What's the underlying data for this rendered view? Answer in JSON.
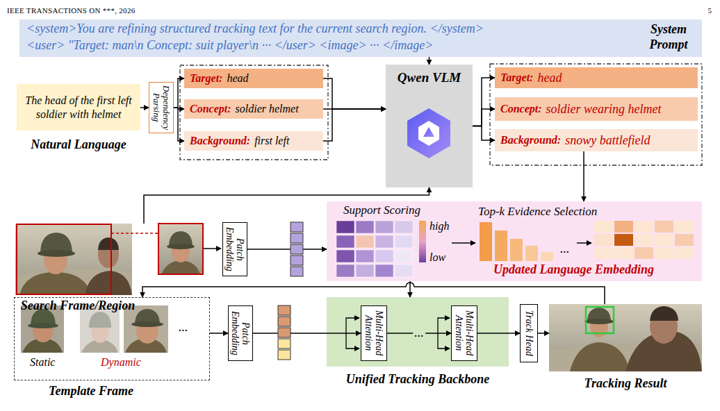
{
  "diagram": {
    "nodes": [
      {
        "text": [
          "<system>You are refining structured tracking text for the current search region. </system>",
          "<user> \"Target: man\\n Concept: suit player\\n ··· </user> <image> ··· </image>",
          "System Prompt"
        ]
      },
      {
        "text": [
          "The head of the first left soldier with helmet",
          "Natural Language"
        ]
      },
      {
        "text": [
          "Dependency Parsing"
        ]
      },
      {
        "text": [
          "Target:",
          "head"
        ]
      },
      {
        "text": [
          "Concept:",
          "soldier helmet"
        ]
      },
      {
        "text": [
          "Background:",
          "first left"
        ]
      },
      {
        "text": [
          "Qwen VLM"
        ]
      },
      {
        "text": [
          "Target:",
          "head"
        ]
      },
      {
        "text": [
          "Concept:",
          "soldier wearing helmet"
        ]
      },
      {
        "text": [
          "Background:",
          "snowy battlefield"
        ]
      },
      {
        "text": [
          "Search Frame/Region"
        ]
      },
      {
        "text": [
          "Patch Embedding"
        ]
      },
      {
        "text": [
          "Support Scoring",
          "high",
          "low",
          "Top-k Evidence Selection",
          "...",
          "Updated Language Embedding"
        ]
      },
      {
        "text": [
          "Static",
          "Dynamic",
          "...",
          "Template Frame"
        ]
      },
      {
        "text": [
          "Patch Embedding"
        ]
      },
      {
        "text": [
          "Unified Tracking Backbone"
        ]
      },
      {
        "text": [
          "Multi-Head Attention"
        ],
        "in": 15
      },
      {
        "text": [
          "Multi-Head Attention"
        ],
        "in": 15
      },
      {
        "text": [
          "Track Head"
        ]
      },
      {
        "text": [
          "Tracking Result"
        ]
      }
    ],
    "edges": [
      {
        "from": 0,
        "to": 6,
        "arrow": "to"
      },
      {
        "from": 1,
        "to": 2,
        "arrow": "to"
      },
      {
        "from": 2,
        "to": 3,
        "arrow": "to"
      },
      {
        "from": 2,
        "to": 4,
        "arrow": "to"
      },
      {
        "from": 2,
        "to": 5,
        "arrow": "to"
      },
      {
        "from": 3,
        "to": 6,
        "arrow": "to"
      },
      {
        "from": 4,
        "to": 6,
        "arrow": "to"
      },
      {
        "from": 5,
        "to": 6,
        "arrow": "to"
      },
      {
        "from": 6,
        "to": 7,
        "arrow": "to"
      },
      {
        "from": 6,
        "to": 8,
        "arrow": "to"
      },
      {
        "from": 6,
        "to": 9,
        "arrow": "to"
      },
      {
        "from": 9,
        "to": 12,
        "arrow": "to"
      },
      {
        "from": 10,
        "to": 6,
        "arrow": "to"
      },
      {
        "from": 11,
        "to": 12,
        "arrow": "to"
      },
      {
        "from": 12,
        "to": 15,
        "arrow": "to"
      },
      {
        "from": 13,
        "to": 14,
        "arrow": "to"
      },
      {
        "from": 14,
        "to": 16,
        "arrow": "to"
      },
      {
        "from": 16,
        "to": 17,
        "label": "...",
        "arrow": "to"
      },
      {
        "from": 17,
        "to": 18,
        "arrow": "to"
      },
      {
        "from": 18,
        "to": 19,
        "arrow": "to"
      },
      {
        "from": 19,
        "to": 13,
        "arrow": "to"
      }
    ],
    "labels": [
      "IEEE TRANSACTIONS ON ***, 2026",
      "5"
    ]
  }
}
